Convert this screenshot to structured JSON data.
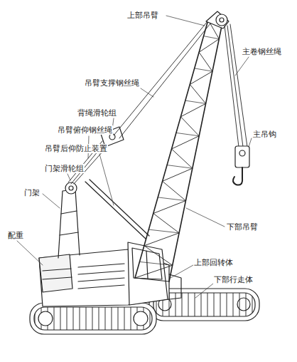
{
  "diagram": {
    "labels": [
      "上部吊臂",
      "主卷钢丝绳",
      "吊臂支撑钢丝绳",
      "背绳滑轮组",
      "吊臂俯仰钢丝绳",
      "主吊钩",
      "吊臂后仰防止装置",
      "门架滑轮组",
      "门架",
      "下部吊臂",
      "配重",
      "上部回转体",
      "下部行走体"
    ]
  }
}
